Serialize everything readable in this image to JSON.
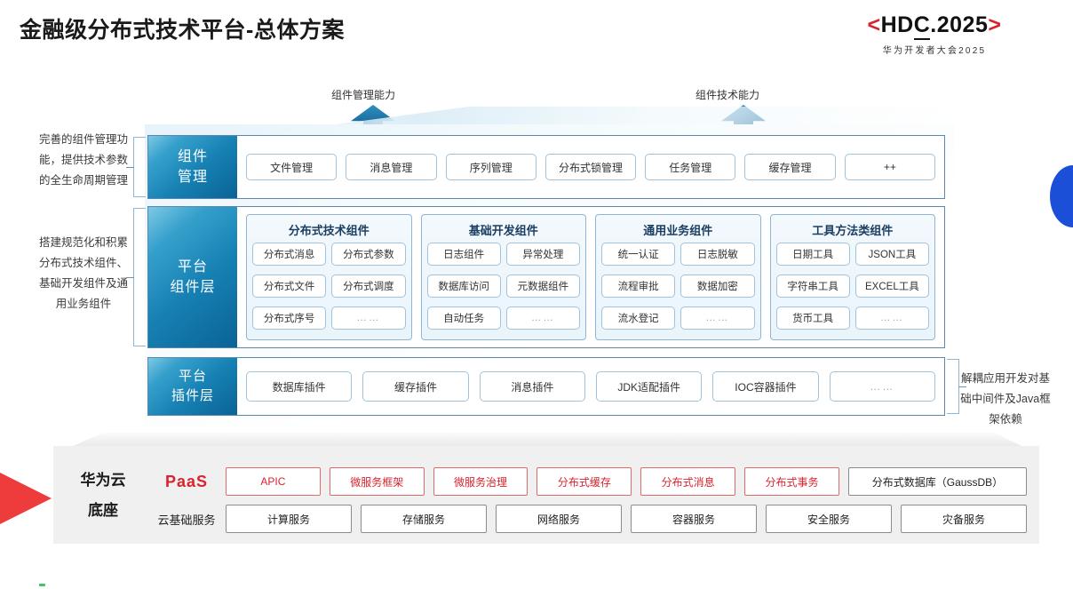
{
  "header": {
    "title": "金融级分布式技术平台-总体方案",
    "logo_main_left_bracket": "<",
    "logo_main_text_a": "HD",
    "logo_main_text_b": "C",
    "logo_main_text_c": ".2025",
    "logo_main_right_bracket": ">",
    "logo_sub": "华为开发者大会2025",
    "logo_bracket_color": "#d9232e"
  },
  "arrows": {
    "left_label": "组件管理能力",
    "right_label": "组件技术能力"
  },
  "side_notes": {
    "note_top": "完善的组件管理功能，提供技术参数的全生命周期管理",
    "note_bottom": "搭建规范化和积累分布式技术组件、基础开发组件及通用业务组件",
    "note_right": "解耦应用开发对基础中间件及Java框架依赖"
  },
  "component_management": {
    "side_label_line1": "组件",
    "side_label_line2": "管理",
    "items": [
      "文件管理",
      "消息管理",
      "序列管理",
      "分布式锁管理",
      "任务管理",
      "缓存管理",
      "++"
    ]
  },
  "platform_component_layer": {
    "side_label_line1": "平台",
    "side_label_line2": "组件层",
    "groups": [
      {
        "title": "分布式技术组件",
        "items": [
          "分布式消息",
          "分布式参数",
          "分布式文件",
          "分布式调度",
          "分布式序号",
          "……"
        ]
      },
      {
        "title": "基础开发组件",
        "items": [
          "日志组件",
          "异常处理",
          "数据库访问",
          "元数据组件",
          "自动任务",
          "……"
        ]
      },
      {
        "title": "通用业务组件",
        "items": [
          "统一认证",
          "日志脱敏",
          "流程审批",
          "数据加密",
          "流水登记",
          "……"
        ]
      },
      {
        "title": "工具方法类组件",
        "items": [
          "日期工具",
          "JSON工具",
          "字符串工具",
          "EXCEL工具",
          "货币工具",
          "……"
        ]
      }
    ]
  },
  "platform_plugin_layer": {
    "side_label_line1": "平台",
    "side_label_line2": "插件层",
    "items": [
      "数据库插件",
      "缓存插件",
      "消息插件",
      "JDK适配插件",
      "IOC容器插件",
      "……"
    ]
  },
  "huawei_cloud_base": {
    "label_line1": "华为云",
    "label_line2": "底座",
    "paas_tag": "PaaS",
    "paas_items": [
      {
        "label": "APIC",
        "style": "red"
      },
      {
        "label": "微服务框架",
        "style": "red"
      },
      {
        "label": "微服务治理",
        "style": "red"
      },
      {
        "label": "分布式缓存",
        "style": "red"
      },
      {
        "label": "分布式消息",
        "style": "red"
      },
      {
        "label": "分布式事务",
        "style": "red"
      },
      {
        "label": "分布式数据库（GaussDB）",
        "style": "gray"
      }
    ],
    "cloud_tag": "云基础服务",
    "cloud_items": [
      {
        "label": "计算服务",
        "style": "plain"
      },
      {
        "label": "存储服务",
        "style": "plain"
      },
      {
        "label": "网络服务",
        "style": "plain"
      },
      {
        "label": "容器服务",
        "style": "plain"
      },
      {
        "label": "安全服务",
        "style": "plain"
      },
      {
        "label": "灾备服务",
        "style": "plain"
      }
    ]
  }
}
